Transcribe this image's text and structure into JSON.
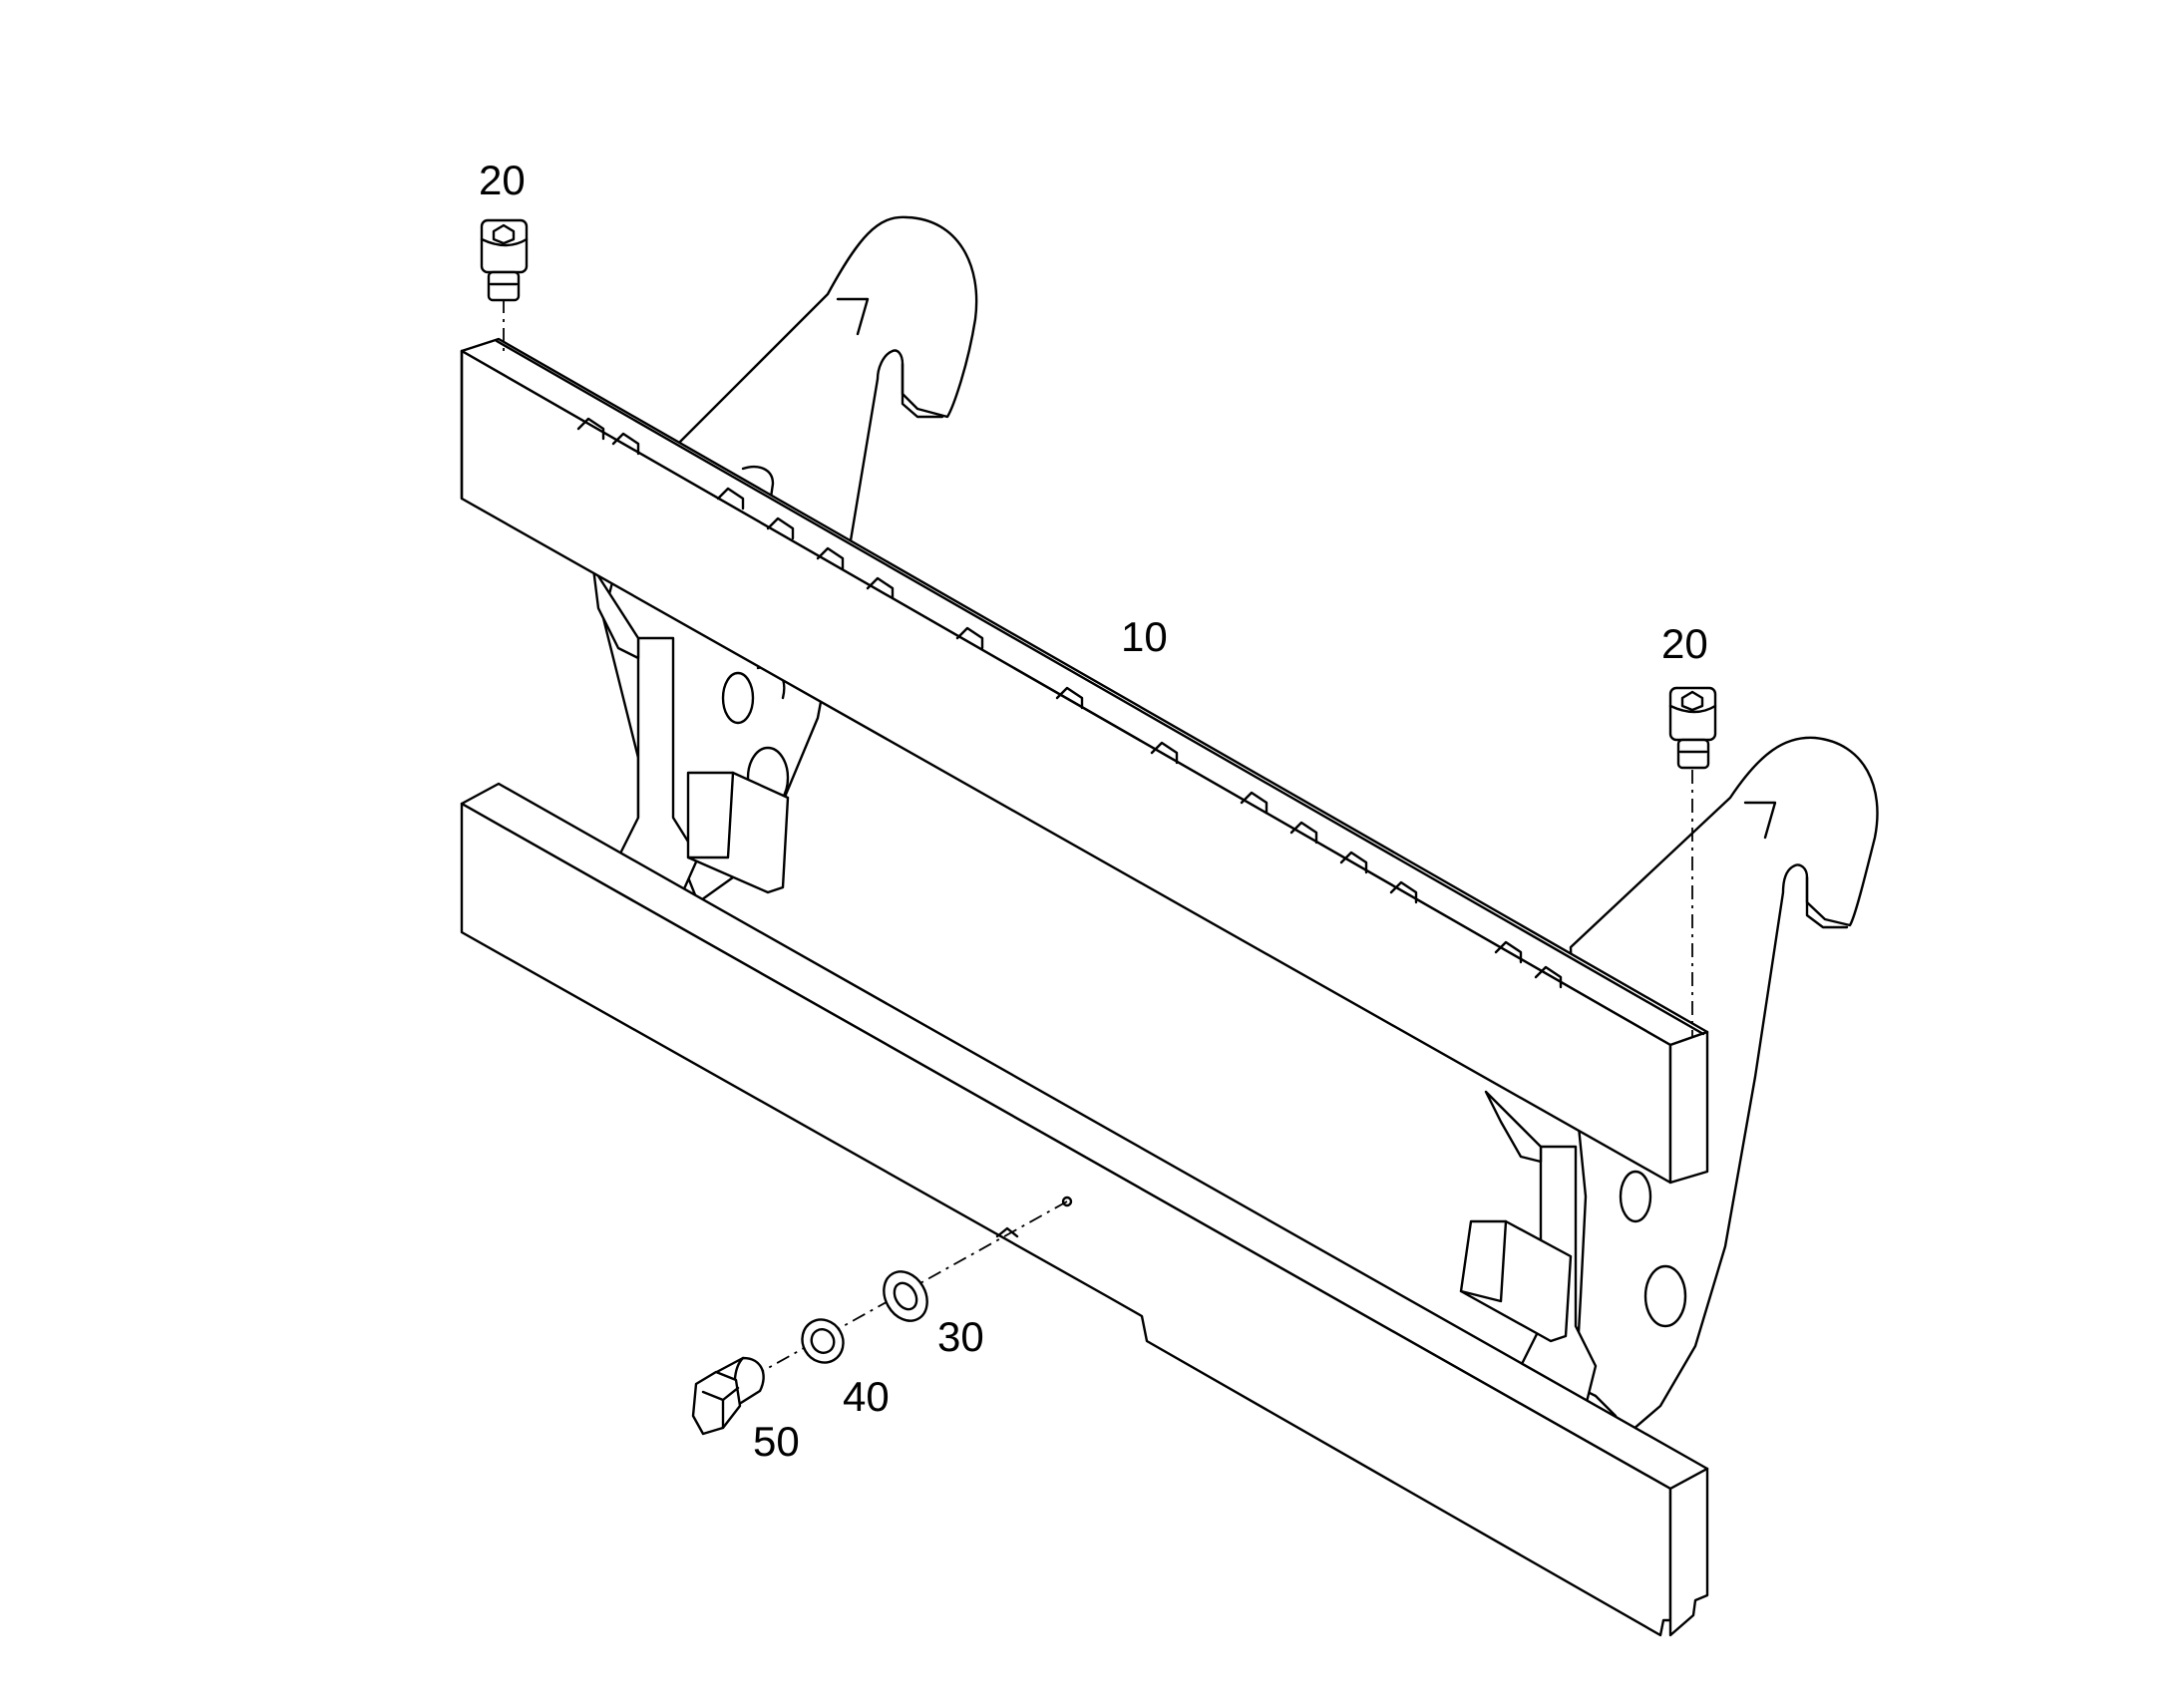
{
  "callouts": [
    {
      "id": "c20a",
      "label": "20"
    },
    {
      "id": "c20b",
      "label": "20"
    },
    {
      "id": "c10",
      "label": "10"
    },
    {
      "id": "c30",
      "label": "30"
    },
    {
      "id": "c40",
      "label": "40"
    },
    {
      "id": "c50",
      "label": "50"
    }
  ],
  "colors": {
    "line": "#000000",
    "background": "#ffffff"
  }
}
